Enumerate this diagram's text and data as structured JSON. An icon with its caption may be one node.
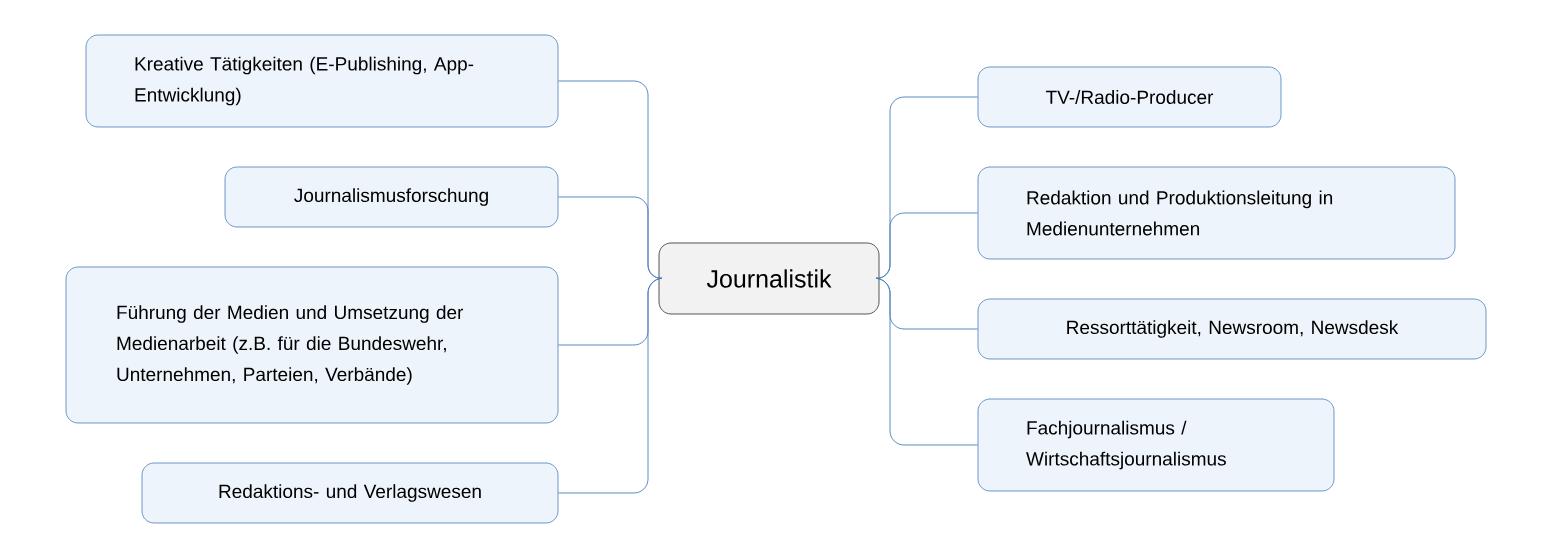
{
  "diagram": {
    "nodes": [
      {
        "text": [
          "Journalistik"
        ]
      },
      {
        "text": [
          "Kreative Tätigkeiten (E-Publishing, App-Entwicklung)"
        ]
      },
      {
        "text": [
          "Journalismusforschung"
        ]
      },
      {
        "text": [
          "Führung der Medien und Umsetzung der Medienarbeit (z.B. für die Bundeswehr, Unternehmen, Parteien, Verbände)"
        ]
      },
      {
        "text": [
          "Redaktions- und Verlagswesen"
        ]
      },
      {
        "text": [
          "TV-/Radio-Producer"
        ]
      },
      {
        "text": [
          "Redaktion und Produktionsleitung in Medienunternehmen"
        ]
      },
      {
        "text": [
          "Ressorttätigkeit, Newsroom, Newsdesk"
        ]
      },
      {
        "text": [
          "Fachjournalismus / Wirtschaftsjournalismus"
        ]
      }
    ],
    "edges": [
      {
        "from": 0,
        "to": 1,
        "arrow": "none"
      },
      {
        "from": 0,
        "to": 2,
        "arrow": "none"
      },
      {
        "from": 0,
        "to": 3,
        "arrow": "none"
      },
      {
        "from": 0,
        "to": 4,
        "arrow": "none"
      },
      {
        "from": 0,
        "to": 5,
        "arrow": "none"
      },
      {
        "from": 0,
        "to": 6,
        "arrow": "none"
      },
      {
        "from": 0,
        "to": 7,
        "arrow": "none"
      },
      {
        "from": 0,
        "to": 8,
        "arrow": "none"
      }
    ]
  }
}
